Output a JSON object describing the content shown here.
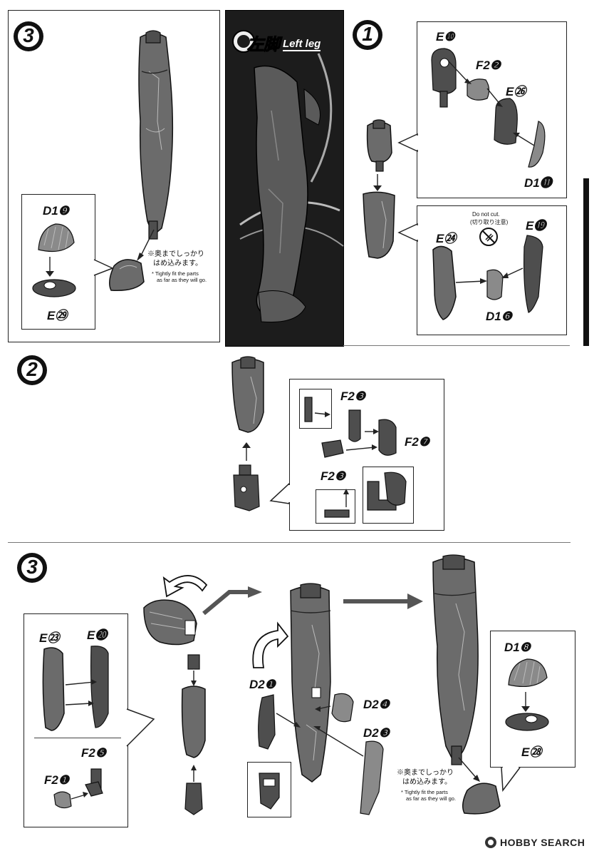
{
  "page": {
    "background": "#ffffff",
    "accent": "#1a1a1a"
  },
  "badges": {
    "top_left": "3",
    "sec1": "1",
    "sec2": "2",
    "sec3": "3"
  },
  "banner": {
    "title_jp": "左脚",
    "title_en": "Left leg"
  },
  "step_top_left": {
    "code_top": "D1❾",
    "code_bottom": "E㉙",
    "note_jp_1": "※奥までしっかり",
    "note_jp_2": "はめ込みます。",
    "note_en_1": "* Tightly fit the parts",
    "note_en_2": "as far as they will go."
  },
  "step1": {
    "a_codes": [
      "E❿",
      "F2❷",
      "E㉖",
      "D1⓫"
    ],
    "b_codes": [
      "E㉔",
      "E⓳",
      "D1❻"
    ],
    "warn_en": "Do not cut.",
    "warn_jp": "(切り取り注意)"
  },
  "step2": {
    "codes": [
      "F2❸",
      "F2❼",
      "F2❸"
    ]
  },
  "step3": {
    "left_codes": [
      "E㉓",
      "E⓴",
      "F2❺",
      "F2❶"
    ],
    "mid_codes": [
      "D2❶",
      "D2❹",
      "D2❸"
    ],
    "right_codes": [
      "D1❽",
      "E㉘"
    ],
    "note_jp_1": "※奥までしっかり",
    "note_jp_2": "はめ込みます。",
    "note_en_1": "* Tightly fit the parts",
    "note_en_2": "as far as they will go."
  },
  "watermark": {
    "text": "HOBBY SEARCH"
  }
}
